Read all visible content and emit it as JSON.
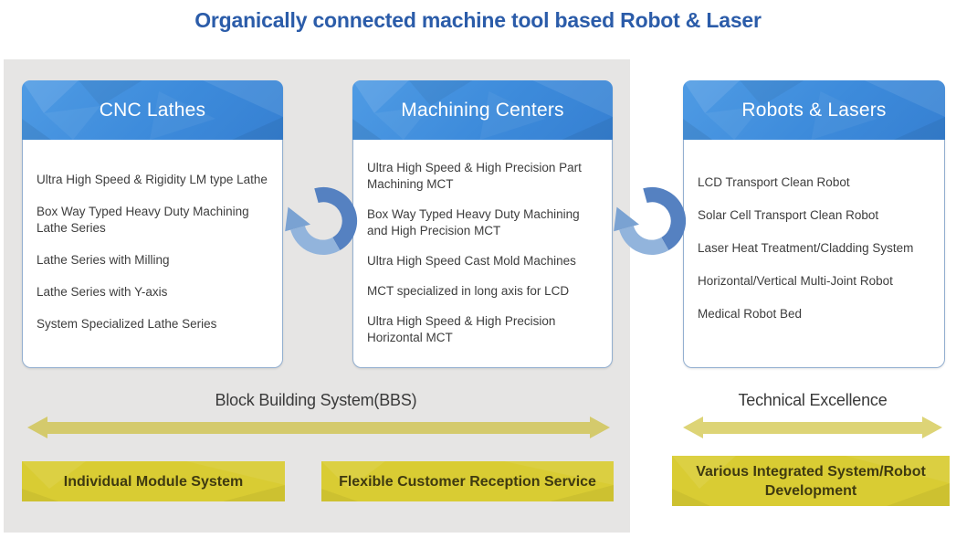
{
  "title": "Organically connected machine tool based Robot & Laser",
  "cards": [
    {
      "title": "CNC Lathes",
      "items": [
        "Ultra High Speed & Rigidity LM type Lathe",
        "Box Way Typed Heavy Duty Machining Lathe Series",
        "Lathe Series with Milling",
        "Lathe Series with Y-axis",
        "System Specialized Lathe Series"
      ]
    },
    {
      "title": "Machining Centers",
      "items": [
        "Ultra High Speed & High Precision Part Machining MCT",
        "Box Way Typed Heavy Duty Machining and High Precision MCT",
        "Ultra High Speed Cast Mold Machines",
        "MCT specialized in long axis for LCD",
        "Ultra High Speed & High Precision Horizontal MCT"
      ]
    },
    {
      "title": "Robots & Lasers",
      "items": [
        "LCD Transport Clean Robot",
        "Solar Cell Transport Clean Robot",
        "Laser Heat Treatment/Cladding System",
        "Horizontal/Vertical Multi-Joint Robot",
        "Medical Robot Bed"
      ]
    }
  ],
  "bottom": {
    "left_label": "Block Building System(BBS)",
    "right_label": "Technical Excellence",
    "badges": [
      "Individual Module System",
      "Flexible Customer Reception Service",
      "Various Integrated System/Robot Development"
    ]
  },
  "icons": [
    "cycle-arrow-icon",
    "double-arrow-icon"
  ],
  "colors": {
    "title_text": "#2b5ca9",
    "panel_bg": "#e6e5e4",
    "header_blue": "#3d8bdb",
    "card_border": "#93afd0",
    "body_text": "#3d3d3d",
    "cycle_arrow_dark": "#5581c1",
    "cycle_arrow_light": "#92b4dc",
    "yellow_arrow_left": "#d4ca6c",
    "yellow_arrow_right": "#ddd476",
    "badge_bg": "#d9cc33",
    "badge_text": "#3f3a10",
    "label_text": "#3a3a3a"
  }
}
